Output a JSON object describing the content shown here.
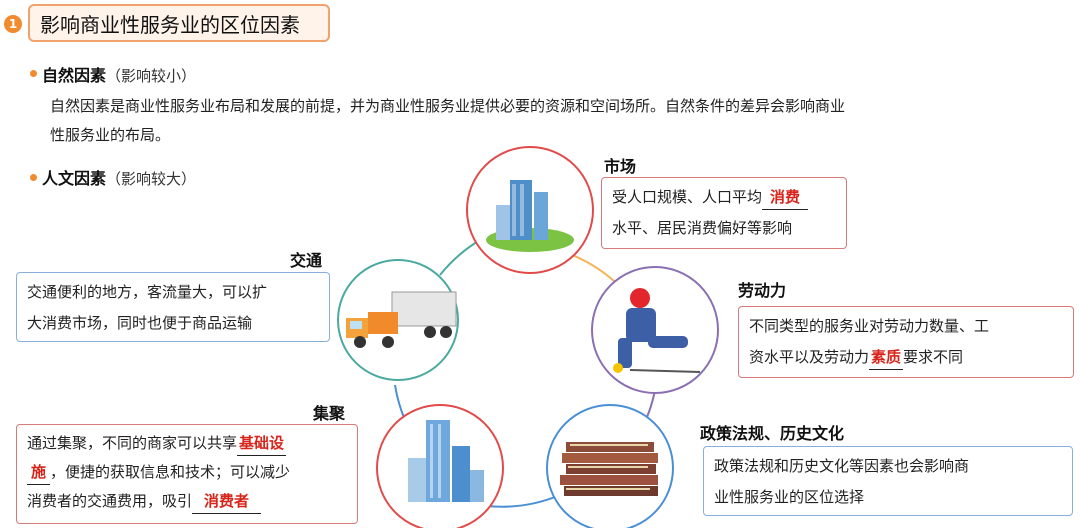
{
  "section": {
    "number": "1",
    "title": "影响商业性服务业的区位因素"
  },
  "natural": {
    "heading": "自然因素",
    "note": "（影响较小）",
    "paragraph_lines": [
      "自然因素是商业性服务业布局和发展的前提，并为商业性服务业提供必要的资源和空间场所。自然条件的差异会影响商业",
      "性服务业的布局。"
    ]
  },
  "human": {
    "heading": "人文因素",
    "note": "（影响较大）"
  },
  "nodes": {
    "market": {
      "label": "市场",
      "line1_pre": "受人口规模、人口平均",
      "line1_key": "消费",
      "line2": "水平、居民消费偏好等影响",
      "image": "buildings-icon"
    },
    "transport": {
      "label": "交通",
      "line1": "交通便利的地方，客流量大，可以扩",
      "line2": "大消费市场，同时也便于商品运输",
      "image": "truck-icon"
    },
    "labor": {
      "label": "劳动力",
      "line1": "不同类型的服务业对劳动力数量、工",
      "line2_pre": "资水平以及劳动力",
      "line2_key": "素质",
      "line2_post": "要求不同",
      "image": "worker-icon"
    },
    "agglomeration": {
      "label": "集聚",
      "line1_pre": "通过集聚，不同的商家可以共享",
      "line1_key": "基础设",
      "line2_key": "施",
      "line2_post": "，便捷的获取信息和技术；可以减少",
      "line3_pre": "消费者的交通费用，吸引",
      "line3_key": "消费者",
      "image": "city-icon"
    },
    "policy": {
      "label": "政策法规、历史文化",
      "line1": "政策法规和历史文化等因素也会影响商",
      "line2": "业性服务业的区位选择",
      "image": "books-icon"
    }
  },
  "colors": {
    "accent": "#f28a2e",
    "key_text": "#d8251b",
    "red_box_border": "#d67a7a",
    "blue_box_border": "#8aaedc"
  }
}
